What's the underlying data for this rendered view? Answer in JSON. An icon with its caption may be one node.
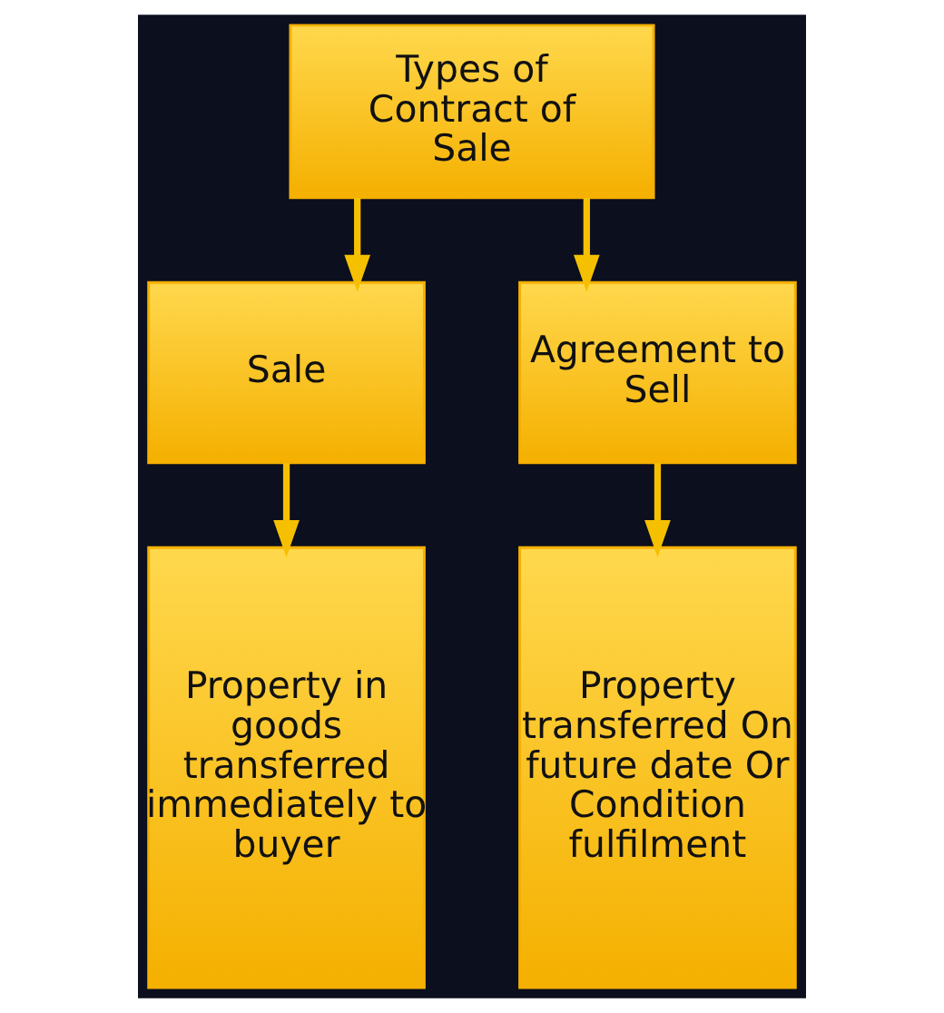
{
  "diagram": {
    "nodes": [
      {
        "text": [
          "Types of Contract of Sale"
        ]
      },
      {
        "text": [
          "Sale"
        ]
      },
      {
        "text": [
          "Agreement to Sell"
        ]
      },
      {
        "text": [
          "Property in goods transferred immediately to buyer"
        ]
      },
      {
        "text": [
          "Property transferred On future date Or Condition fulfilment"
        ]
      }
    ],
    "edges": [
      {
        "from": 0,
        "to": 1,
        "arrow": "to"
      },
      {
        "from": 0,
        "to": 2,
        "arrow": "to"
      },
      {
        "from": 1,
        "to": 3,
        "arrow": "to"
      },
      {
        "from": 2,
        "to": 4,
        "arrow": "to"
      }
    ]
  }
}
